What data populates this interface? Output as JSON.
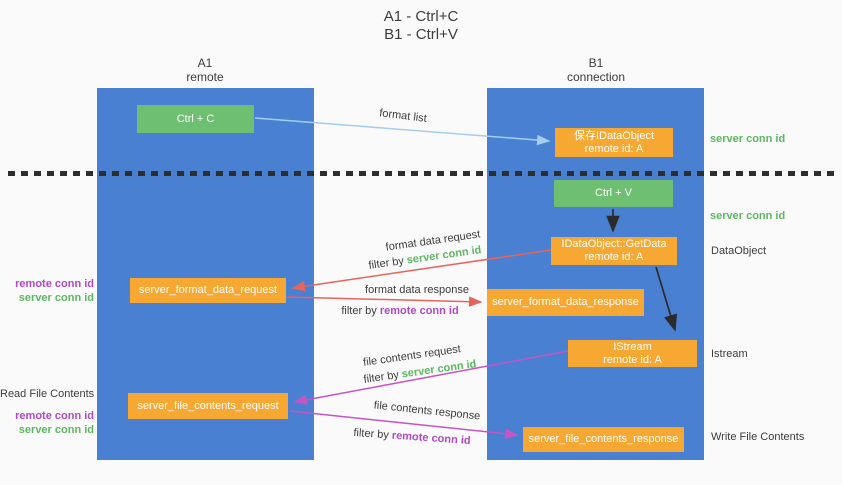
{
  "title": {
    "line1": "A1 - Ctrl+C",
    "line2": "B1 - Ctrl+V"
  },
  "lanes": {
    "left": {
      "name": "A1",
      "role": "remote"
    },
    "right": {
      "name": "B1",
      "role": "connection"
    }
  },
  "boxes": {
    "ctrl_c": {
      "label": "Ctrl + C"
    },
    "ctrl_v": {
      "label": "Ctrl + V"
    },
    "save_idataobject": {
      "line1": "保存IDataObject",
      "line2": "remote id: A"
    },
    "idataobject_getdata": {
      "line1": "IDataObject::GetData",
      "line2": "remote id: A"
    },
    "istream": {
      "line1": "IStream",
      "line2": "remote id: A"
    },
    "server_format_data_request": {
      "label": "server_format_data_request"
    },
    "server_format_data_response": {
      "label": "server_format_data_response"
    },
    "server_file_contents_request": {
      "label": "server_file_contents_request"
    },
    "server_file_contents_response": {
      "label": "server_file_contents_response"
    }
  },
  "arrow_labels": {
    "format_list": "format list",
    "format_data_request": "format data request",
    "format_data_response": "format data response",
    "file_contents_request": "file contents request",
    "file_contents_response": "file contents response",
    "filter_by": "filter by ",
    "server_conn_id": "server conn id",
    "remote_conn_id": "remote conn id"
  },
  "side_labels": {
    "right_server_conn_id_top": "server conn id",
    "right_server_conn_id_mid": "server conn id",
    "dataobject": "DataObject",
    "istream": "Istream",
    "write_file_contents": "Write File Contents",
    "read_file_contents": "Read File Contents",
    "left_remote_conn_id_1": "remote conn id",
    "left_server_conn_id_1": "server conn id",
    "left_remote_conn_id_2": "remote conn id",
    "left_server_conn_id_2": "server conn id"
  },
  "colors": {
    "lane_blue": "#4a80d2",
    "box_green": "#6fbf72",
    "box_orange": "#f7a833",
    "text_green": "#5cb860",
    "text_purple": "#b048c8",
    "arrow_red": "#e8635c",
    "arrow_magenta": "#c654c2",
    "arrow_blue": "#a5cdf0",
    "arrow_black": "#2b2b2b",
    "text_dark": "#3c3c3c"
  }
}
